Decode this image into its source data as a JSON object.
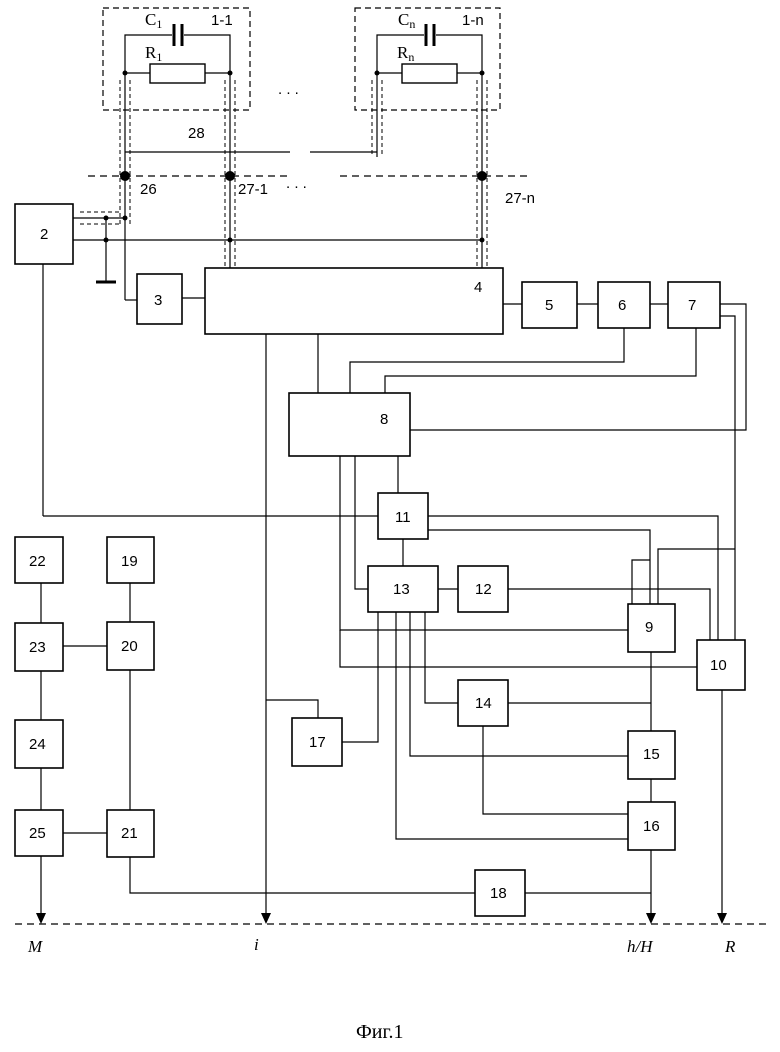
{
  "figure": {
    "caption": "Фиг.1",
    "sensor_first": {
      "label": "1-1",
      "capacitor": "C",
      "capacitor_sub": "1",
      "resistor": "R",
      "resistor_sub": "1"
    },
    "sensor_last": {
      "label": "1-n",
      "capacitor": "C",
      "capacitor_sub": "n",
      "resistor": "R",
      "resistor_sub": "n"
    },
    "ellipsis_top": ". . .",
    "ellipsis_mid": ". . .",
    "bus_labels": {
      "l26": "26",
      "l27_1": "27-1",
      "l27_n": "27-n",
      "l28": "28"
    },
    "blocks": [
      "2",
      "3",
      "4",
      "5",
      "6",
      "7",
      "8",
      "9",
      "10",
      "11",
      "12",
      "13",
      "14",
      "15",
      "16",
      "17",
      "18",
      "19",
      "20",
      "21",
      "22",
      "23",
      "24",
      "25"
    ],
    "outputs": {
      "M": "M",
      "i": "i",
      "hH": "h/H",
      "R": "R"
    }
  }
}
